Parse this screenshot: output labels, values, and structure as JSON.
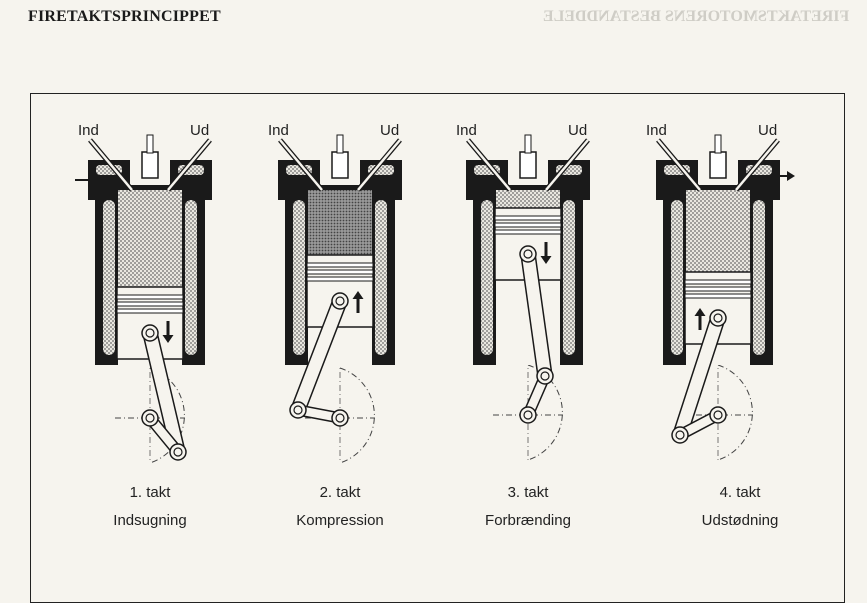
{
  "page": {
    "title": "FIRETAKTSPRINCIPPET",
    "ghost_heading": "FIRETAKTSMOTORENS BESTANDDELE"
  },
  "strokes": [
    {
      "number": "1. takt",
      "name": "Indsugning",
      "inlet_label": "Ind",
      "outlet_label": "Ud",
      "piston_direction": "down",
      "flow": "in"
    },
    {
      "number": "2. takt",
      "name": "Kompression",
      "inlet_label": "Ind",
      "outlet_label": "Ud",
      "piston_direction": "up",
      "flow": "none"
    },
    {
      "number": "3. takt",
      "name": "Forbrænding",
      "inlet_label": "Ind",
      "outlet_label": "Ud",
      "piston_direction": "down",
      "flow": "none"
    },
    {
      "number": "4. takt",
      "name": "Udstødning",
      "inlet_label": "Ind",
      "outlet_label": "Ud",
      "piston_direction": "up",
      "flow": "out"
    }
  ],
  "colors": {
    "ink": "#1a1a1a",
    "paper": "#f6f4ee",
    "dots": "#777777"
  }
}
